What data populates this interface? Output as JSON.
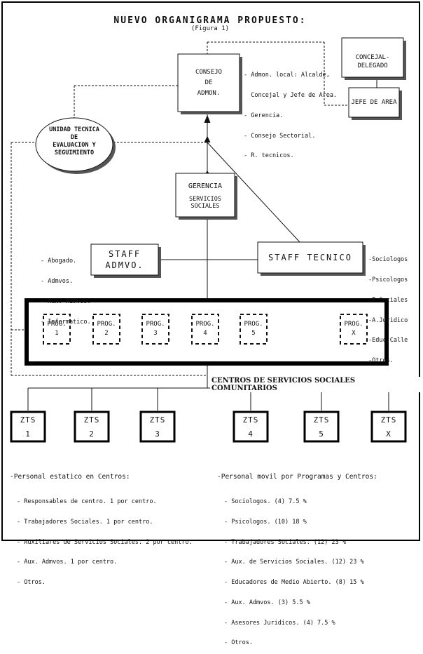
{
  "title": "NUEVO ORGANIGRAMA PROPUESTO:",
  "subtitle": "(Figura 1)",
  "consejo": {
    "line1": "CONSEJO",
    "line2": "DE",
    "line3": "ADMON."
  },
  "consejo_members": [
    "- Admon. local: Alcalde,",
    "  Concejal y Jefe de Area.",
    "- Gerencia.",
    "- Consejo Sectorial.",
    "- R. tecnicos."
  ],
  "concejal": "CONCEJAL-DELEGADO",
  "jefe": "JEFE DE AREA",
  "unidad": {
    "line1": "UNIDAD TECNICA",
    "line2": "DE",
    "line3": "EVALUACION Y",
    "line4": "SEGUIMIENTO"
  },
  "gerencia": {
    "line1": "GERENCIA",
    "line2": "SERVICIOS",
    "line3": "SOCIALES"
  },
  "staff_admvo": {
    "line1": "STAFF",
    "line2": "ADMVO."
  },
  "staff_admvo_list": [
    "- Abogado.",
    "- Admvos.",
    "- Aux. Admvos.",
    "- Informatico."
  ],
  "staff_tecnico": "STAFF TECNICO",
  "staff_tecnico_list": [
    "-Sociologos",
    "-Psicologos",
    "-T.Sociales",
    "-A.Juridico",
    "-Educ.Calle",
    "-Otros."
  ],
  "programs": [
    {
      "label": "PROG.",
      "num": "1"
    },
    {
      "label": "PROG.",
      "num": "2"
    },
    {
      "label": "PROG.",
      "num": "3"
    },
    {
      "label": "PROG.",
      "num": "4"
    },
    {
      "label": "PROG.",
      "num": "5"
    },
    {
      "label": "PROG.",
      "num": "X"
    }
  ],
  "centros": "CENTROS DE SERVICIOS SOCIALES COMUNITARIOS",
  "zts": [
    {
      "label": "ZTS",
      "num": "1"
    },
    {
      "label": "ZTS",
      "num": "2"
    },
    {
      "label": "ZTS",
      "num": "3"
    },
    {
      "label": "ZTS",
      "num": "4"
    },
    {
      "label": "ZTS",
      "num": "5"
    },
    {
      "label": "ZTS",
      "num": "X"
    }
  ],
  "personal_estatico": {
    "heading": "-Personal estatico en Centros:",
    "items": [
      "- Responsables de centro. 1 por centro.",
      "- Trabajadores Sociales. 1 por centro.",
      "- Auxiliares de Servicios Sociales. 2 por centro.",
      "- Aux. Admvos. 1 por centro.",
      "- Otros."
    ]
  },
  "personal_movil": {
    "heading": "-Personal movil por Programas y Centros:",
    "items": [
      "- Sociologos. (4) 7.5 %",
      "- Psicologos. (10) 18 %",
      "- Trabajadores Sociales. (12) 23 %",
      "- Aux. de Servicios Sociales. (12) 23 %",
      "- Educadores de Medio Abierto. (8) 15 %",
      "- Aux. Admvos. (3) 5.5 %",
      "- Asesores Juridicos. (4) 7.5 %",
      "- Otros."
    ]
  }
}
